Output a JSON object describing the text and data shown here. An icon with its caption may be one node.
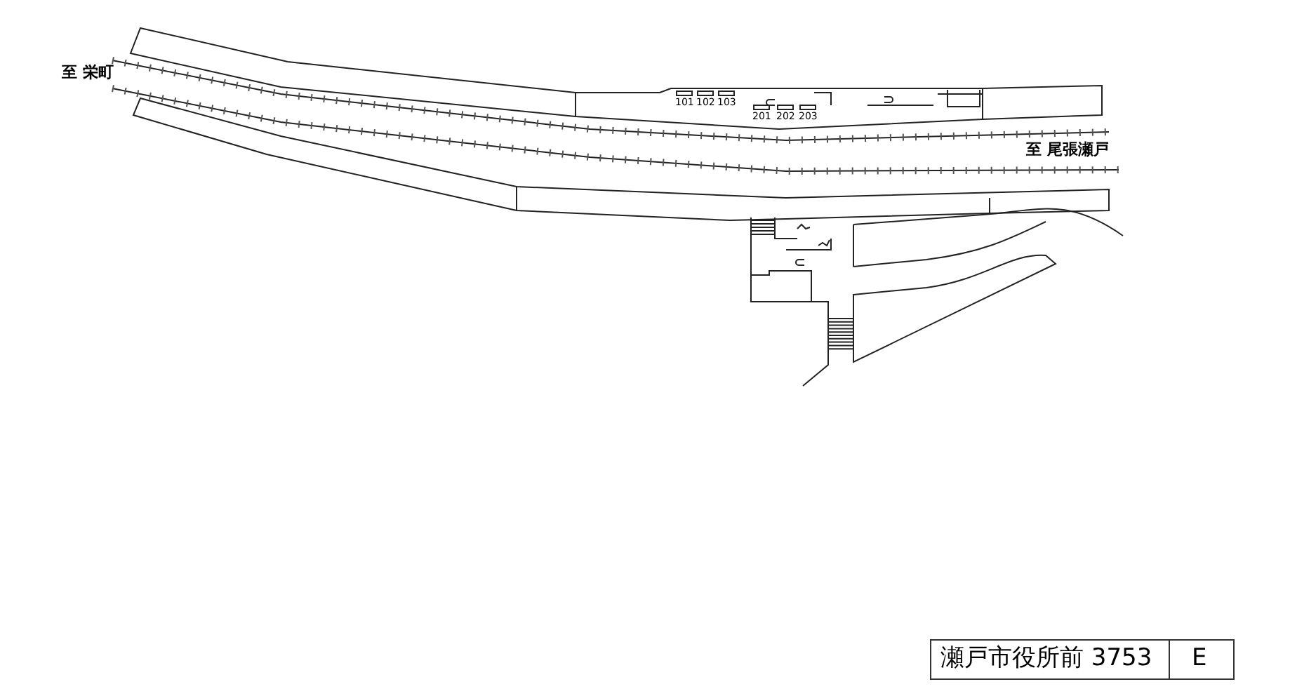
{
  "diagram": {
    "labels": [
      "至 栄町",
      "101",
      "102",
      "103",
      "201",
      "202",
      "203",
      "至 尾張瀬戸",
      "瀬戸市役所前 3753",
      "E"
    ]
  }
}
